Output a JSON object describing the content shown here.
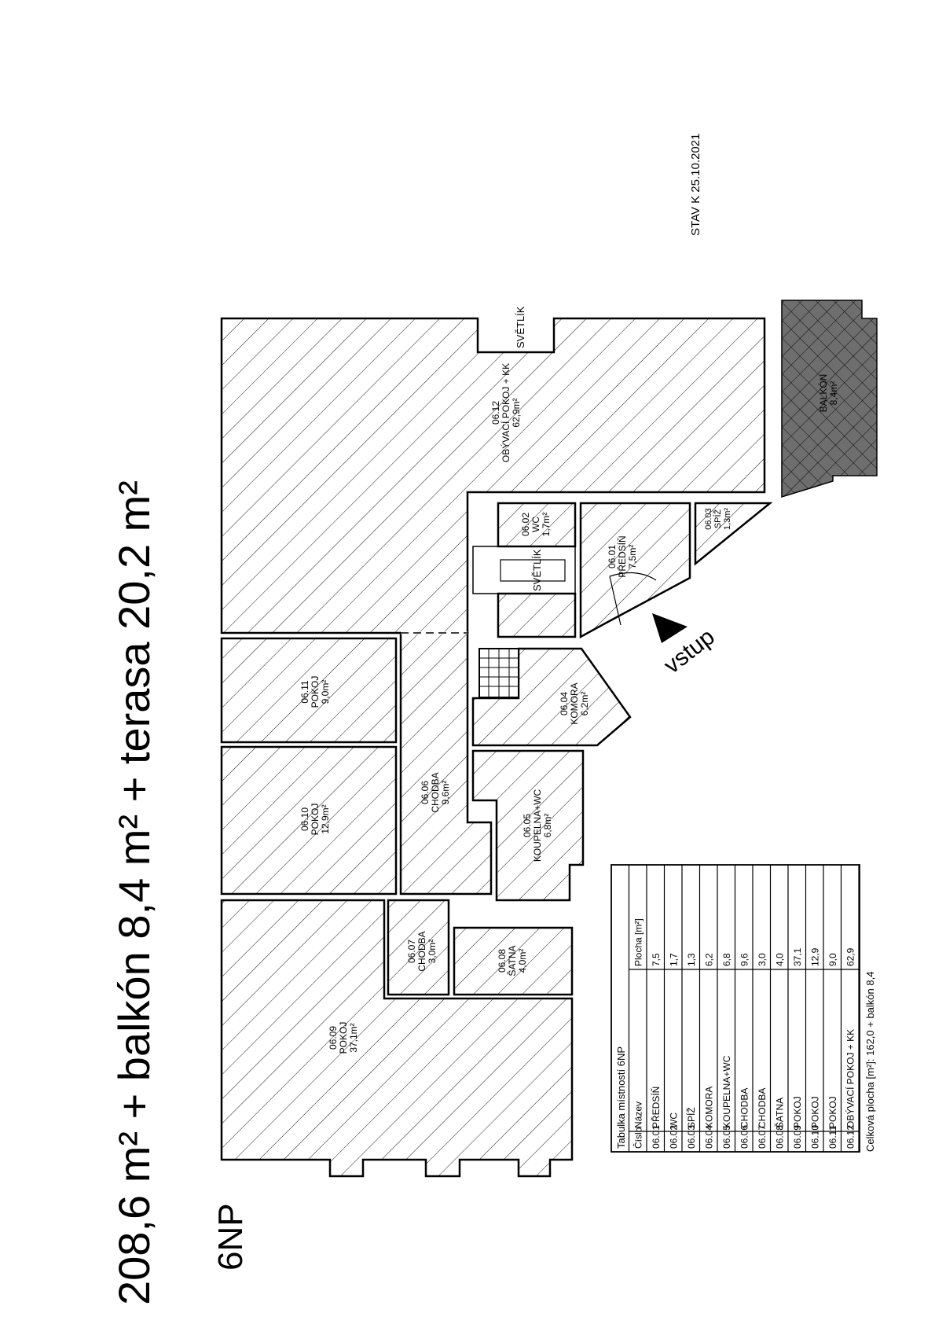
{
  "headline": "208,6 m² + balkón 8,4 m² + terasa 20,2 m²",
  "floor": "6NP",
  "status": "STAV K 25.10.2021",
  "entry": "vstup",
  "skylights": [
    "SVĚTLÍK",
    "SVĚTLÍK"
  ],
  "rooms": [
    {
      "no": "06.01",
      "name": "PŘEDSÍŇ",
      "area": "7,5m²"
    },
    {
      "no": "06.02",
      "name": "WC",
      "area": "1,7m²"
    },
    {
      "no": "06.03",
      "name": "SPÍŽ",
      "area": "1,3m²"
    },
    {
      "no": "06.04",
      "name": "KOMORA",
      "area": "6,2m²"
    },
    {
      "no": "06.05",
      "name": "KOUPELNA+WC",
      "area": "6,8m²"
    },
    {
      "no": "06.06",
      "name": "CHODBA",
      "area": "9,6m²"
    },
    {
      "no": "06.07",
      "name": "CHODBA",
      "area": "3,0m²"
    },
    {
      "no": "06.08",
      "name": "ŠATNA",
      "area": "4,0m²"
    },
    {
      "no": "06.09",
      "name": "POKOJ",
      "area": "37,1m²"
    },
    {
      "no": "06.10",
      "name": "POKOJ",
      "area": "12,9m²"
    },
    {
      "no": "06.11",
      "name": "POKOJ",
      "area": "9,0m²"
    },
    {
      "no": "06.12",
      "name": "OBÝVACÍ POKOJ + KK",
      "area": "62,9m²"
    }
  ],
  "balcony": {
    "name": "BALKÓN",
    "area": "8,4m²"
  },
  "table": {
    "title": "Tabulka místností 6NP",
    "headers": [
      "Číslo",
      "Název",
      "Plocha [m²]"
    ],
    "rows": [
      [
        "06.01",
        "PŘEDSÍŇ",
        "7,5"
      ],
      [
        "06.02",
        "WC",
        "1,7"
      ],
      [
        "06.03",
        "SPÍŽ",
        "1,3"
      ],
      [
        "06.04",
        "KOMORA",
        "6,2"
      ],
      [
        "06.05",
        "KOUPELNA+WC",
        "6,8"
      ],
      [
        "06.06",
        "CHODBA",
        "9,6"
      ],
      [
        "06.07",
        "CHODBA",
        "3,0"
      ],
      [
        "06.08",
        "ŠATNA",
        "4,0"
      ],
      [
        "06.09",
        "POKOJ",
        "37,1"
      ],
      [
        "06.10",
        "POKOJ",
        "12,9"
      ],
      [
        "06.11",
        "POKOJ",
        "9,0"
      ],
      [
        "06.12",
        "OBÝVACÍ POKOJ + KK",
        "62,9"
      ]
    ],
    "total": "Celková plocha [m²]: 162,0 + balkón 8,4"
  }
}
